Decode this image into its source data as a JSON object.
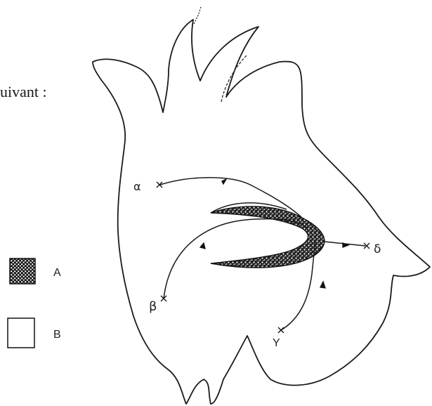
{
  "header_fragment": "uivant :",
  "paths": {
    "alpha": "α",
    "beta": "β",
    "gamma": "Y",
    "delta": "δ"
  },
  "legend": {
    "items": [
      {
        "letter": "A",
        "fill": "stippled"
      },
      {
        "letter": "B",
        "fill": "empty"
      }
    ]
  },
  "colors": {
    "ink": "#1a1a1a",
    "paper": "#ffffff"
  }
}
